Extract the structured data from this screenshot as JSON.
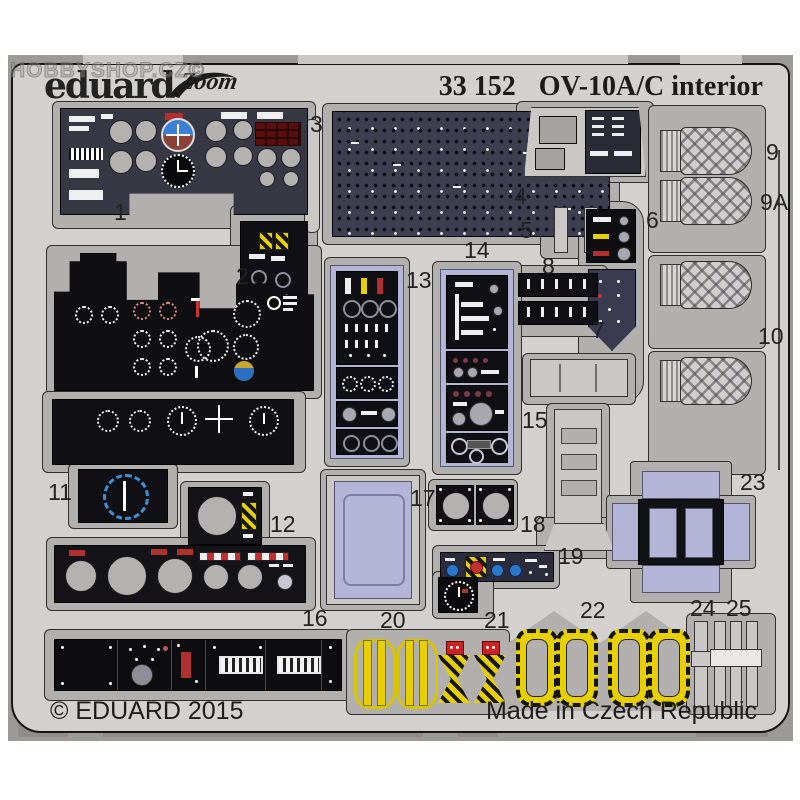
{
  "header": {
    "watermark": "HOBBYSHOP.CZ©",
    "brand": "eduard",
    "series_logo": "Zoom",
    "catalog_number": "33 152",
    "product_title": "OV-10A/C interior"
  },
  "footer": {
    "copyright": "© EDUARD 2015",
    "origin": "Made in Czech Republic"
  },
  "part_labels": {
    "p1": "1",
    "p2": "2",
    "p3": "3",
    "p4": "4",
    "p5": "5",
    "p6": "6",
    "p7": "7",
    "p8": "8",
    "p9": "9",
    "p9a": "9A",
    "p10": "10",
    "p11": "11",
    "p12": "12",
    "p13": "13",
    "p14": "14",
    "p15": "15",
    "p16": "16",
    "p17": "17",
    "p18": "18",
    "p19": "19",
    "p20": "20",
    "p21": "21",
    "p22": "22",
    "p23": "23",
    "p24": "24",
    "p25": "25"
  },
  "colors": {
    "sheet": "#d2d1cf",
    "cutout": "#b1b0ae",
    "panel_dark": "#101014",
    "panel_slate": "#3e3e50",
    "lavender": "#b4b4d6",
    "metal": "#c9c8c6",
    "yellow": "#e8cf00",
    "red": "#cc2222",
    "blue_knob": "#2b77c8",
    "attitude_blue": "#3d7fd6",
    "attitude_brown": "#8a4238"
  }
}
